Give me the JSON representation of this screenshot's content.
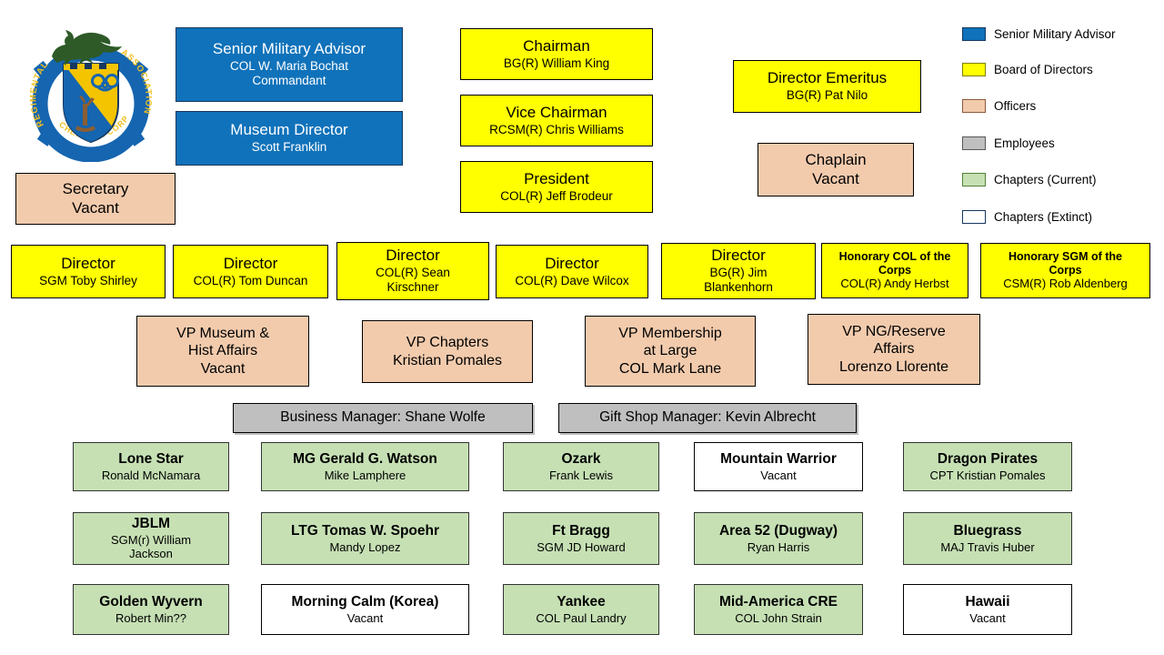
{
  "logo": {
    "ring_left": "REGIMENTAL",
    "ring_right": "ASSOCIATION",
    "ring_bottom": "CHEMICAL CORPS"
  },
  "legend": {
    "items": [
      {
        "label": "Senior Military Advisor",
        "color": "#1072BA",
        "border": "#17375E"
      },
      {
        "label": "Board of Directors",
        "color": "#FFFF00",
        "border": "#7F7F00"
      },
      {
        "label": "Officers",
        "color": "#F2CBAD",
        "border": "#8C5A3C"
      },
      {
        "label": "Employees",
        "color": "#BFBFBF",
        "border": "#595959"
      },
      {
        "label": "Chapters (Current)",
        "color": "#C6E0B4",
        "border": "#538135"
      },
      {
        "label": "Chapters (Extinct)",
        "color": "#FFFFFF",
        "border": "#17375E"
      }
    ]
  },
  "org": {
    "sma": {
      "l1": "Senior Military Advisor",
      "l2": "COL W. Maria Bochat",
      "l3": "Commandant"
    },
    "museum": {
      "l1": "Museum  Director",
      "l2": "Scott Franklin"
    },
    "secretary": {
      "l1": "Secretary",
      "l2": "Vacant"
    },
    "chairman": {
      "l1": "Chairman",
      "l2": "BG(R) William King"
    },
    "vice": {
      "l1": "Vice Chairman",
      "l2": "RCSM(R) Chris Williams"
    },
    "president": {
      "l1": "President",
      "l2": "COL(R) Jeff Brodeur"
    },
    "emeritus": {
      "l1": "Director Emeritus",
      "l2": "BG(R) Pat Nilo"
    },
    "chaplain": {
      "l1": "Chaplain",
      "l2": "Vacant"
    },
    "d1": {
      "l1": "Director",
      "l2": "SGM Toby Shirley"
    },
    "d2": {
      "l1": "Director",
      "l2": "COL(R) Tom Duncan"
    },
    "d3": {
      "l1": "Director",
      "l2": "COL(R) Sean",
      "l3": "Kirschner"
    },
    "d4": {
      "l1": "Director",
      "l2": "COL(R) Dave Wilcox"
    },
    "d5": {
      "l1": "Director",
      "l2": "BG(R) Jim",
      "l3": "Blankenhorn"
    },
    "hcol": {
      "l1": "Honorary COL of the",
      "l2": "Corps",
      "l3": "COL(R) Andy Herbst"
    },
    "hsgm": {
      "l1": "Honorary SGM of the",
      "l2": "Corps",
      "l3": "CSM(R) Rob Aldenberg"
    },
    "vp1": {
      "l1": "VP Museum  &",
      "l2": "Hist Affairs",
      "l3": "Vacant"
    },
    "vp2": {
      "l1": "VP Chapters",
      "l2": "Kristian Pomales"
    },
    "vp3": {
      "l1": "VP Membership",
      "l2": "at Large",
      "l3": "COL Mark Lane"
    },
    "vp4": {
      "l1": "VP NG/Reserve",
      "l2": "Affairs",
      "l3": "Lorenzo Llorente"
    },
    "bm": {
      "l1": "Business Manager: Shane Wolfe"
    },
    "gs": {
      "l1": "Gift Shop Manager: Kevin Albrecht"
    }
  },
  "chapters": {
    "r1c1": {
      "l1": "Lone Star",
      "l2": "Ronald McNamara"
    },
    "r1c2": {
      "l1": "MG Gerald G. Watson",
      "l2": "Mike Lamphere"
    },
    "r1c3": {
      "l1": "Ozark",
      "l2": "Frank Lewis"
    },
    "r1c4": {
      "l1": "Mountain Warrior",
      "l2": "Vacant"
    },
    "r1c5": {
      "l1": "Dragon Pirates",
      "l2": "CPT Kristian Pomales"
    },
    "r2c1": {
      "l1": "JBLM",
      "l2": "SGM(r) William",
      "l3": "Jackson"
    },
    "r2c2": {
      "l1": "LTG Tomas W. Spoehr",
      "l2": "Mandy Lopez"
    },
    "r2c3": {
      "l1": "Ft Bragg",
      "l2": "SGM JD Howard"
    },
    "r2c4": {
      "l1": "Area 52 (Dugway)",
      "l2": "Ryan Harris"
    },
    "r2c5": {
      "l1": "Bluegrass",
      "l2": "MAJ Travis Huber"
    },
    "r3c1": {
      "l1": "Golden Wyvern",
      "l2": "Robert Min??"
    },
    "r3c2": {
      "l1": "Morning Calm (Korea)",
      "l2": "Vacant"
    },
    "r3c3": {
      "l1": "Yankee",
      "l2": "COL Paul Landry"
    },
    "r3c4": {
      "l1": "Mid-America CRE",
      "l2": "COL John Strain"
    },
    "r3c5": {
      "l1": "Hawaii",
      "l2": "Vacant"
    }
  }
}
